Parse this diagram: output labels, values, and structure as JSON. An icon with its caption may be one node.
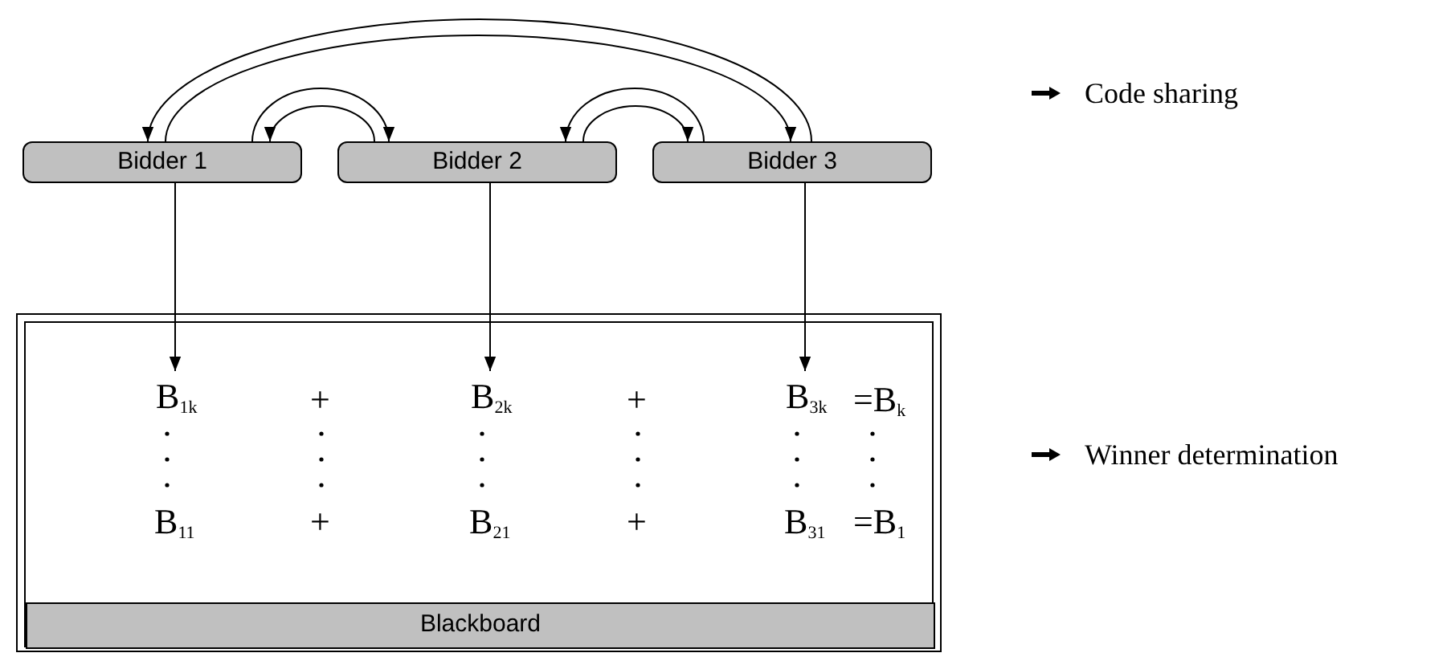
{
  "diagram": {
    "nodes": [
      {
        "text": [
          "Bidder 1"
        ]
      },
      {
        "text": [
          "Bidder 2"
        ]
      },
      {
        "text": [
          "Bidder 3"
        ]
      },
      {
        "text": [],
        "shape": "box"
      },
      {
        "text": [
          "Blackboard"
        ],
        "in": 3
      },
      {
        "text": [
          "B$_{1k}$"
        ],
        "in": 3
      },
      {
        "text": [
          "B$_{2k}$"
        ],
        "in": 3
      },
      {
        "text": [
          "B$_{3k}$"
        ],
        "in": 3
      }
    ],
    "edges": [
      {
        "from": 2,
        "to": 0,
        "arrow": "to"
      },
      {
        "from": 0,
        "to": 2,
        "arrow": "to"
      },
      {
        "from": 0,
        "to": 1,
        "arrow": "to"
      },
      {
        "from": 1,
        "to": 0,
        "arrow": "to"
      },
      {
        "from": 2,
        "to": 1,
        "arrow": "to"
      },
      {
        "from": 1,
        "to": 2,
        "arrow": "to"
      },
      {
        "from": 0,
        "to": 5,
        "arrow": "to"
      },
      {
        "from": 1,
        "to": 6,
        "arrow": "to"
      },
      {
        "from": 2,
        "to": 7,
        "arrow": "to"
      }
    ],
    "labels": [
      "+",
      "+",
      "=B$_{k}$",
      "B$_{11}$",
      "+",
      "B$_{21}$",
      "+",
      "B$_{31}$",
      "=B$_{1}$",
      "Code sharing",
      "Winner determination"
    ]
  }
}
